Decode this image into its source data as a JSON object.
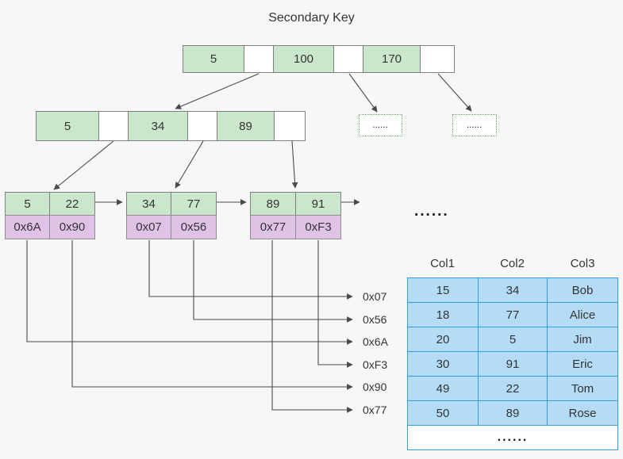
{
  "diagram": {
    "title": "Secondary Key"
  },
  "tree": {
    "root": {
      "keys": [
        "5",
        "100",
        "170"
      ]
    },
    "internal": {
      "keys": [
        "5",
        "34",
        "89"
      ]
    },
    "leaves": [
      {
        "keys": [
          "5",
          "22"
        ],
        "pointers": [
          "0x6A",
          "0x90"
        ]
      },
      {
        "keys": [
          "34",
          "77"
        ],
        "pointers": [
          "0x07",
          "0x56"
        ]
      },
      {
        "keys": [
          "89",
          "91"
        ],
        "pointers": [
          "0x77",
          "0xF3"
        ]
      }
    ],
    "ellipsis_node_1": "......",
    "ellipsis_node_2": "......",
    "leaf_level_ellipsis": "......"
  },
  "pointer_labels": [
    "0x07",
    "0x56",
    "0x6A",
    "0xF3",
    "0x90",
    "0x77"
  ],
  "table": {
    "headers": [
      "Col1",
      "Col2",
      "Col3"
    ],
    "rows": [
      [
        "15",
        "34",
        "Bob"
      ],
      [
        "18",
        "77",
        "Alice"
      ],
      [
        "20",
        "5",
        "Jim"
      ],
      [
        "30",
        "91",
        "Eric"
      ],
      [
        "49",
        "22",
        "Tom"
      ],
      [
        "50",
        "89",
        "Rose"
      ]
    ],
    "ellipsis_row": "......"
  },
  "colors": {
    "key_cell_fill": "#cbe7cb",
    "pointer_cell_fill": "#dfc2e5",
    "table_cell_fill": "#b5dcf6",
    "table_border": "#2e9fe6",
    "dotted_node_border": "#69a96e",
    "connector_line": "#4a4a4a",
    "background": "#f7f7f8"
  }
}
